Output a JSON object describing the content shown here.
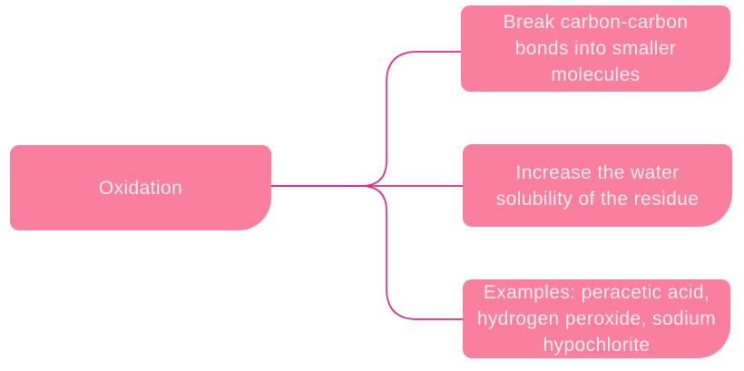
{
  "diagram": {
    "type": "mind-map-branch",
    "root": {
      "label": "Oxidation"
    },
    "children": [
      {
        "label": "Break carbon-carbon bonds into smaller molecules"
      },
      {
        "label": "Increase the water solubility of the residue"
      },
      {
        "label": "Examples: peracetic acid, hydrogen peroxide, sodium hypochlorite"
      }
    ],
    "colors": {
      "node_fill": "#FA7E9E",
      "connector_stroke": "#E8268F",
      "label_text": "#F6ECF2",
      "background": "#FFFFFF"
    }
  }
}
